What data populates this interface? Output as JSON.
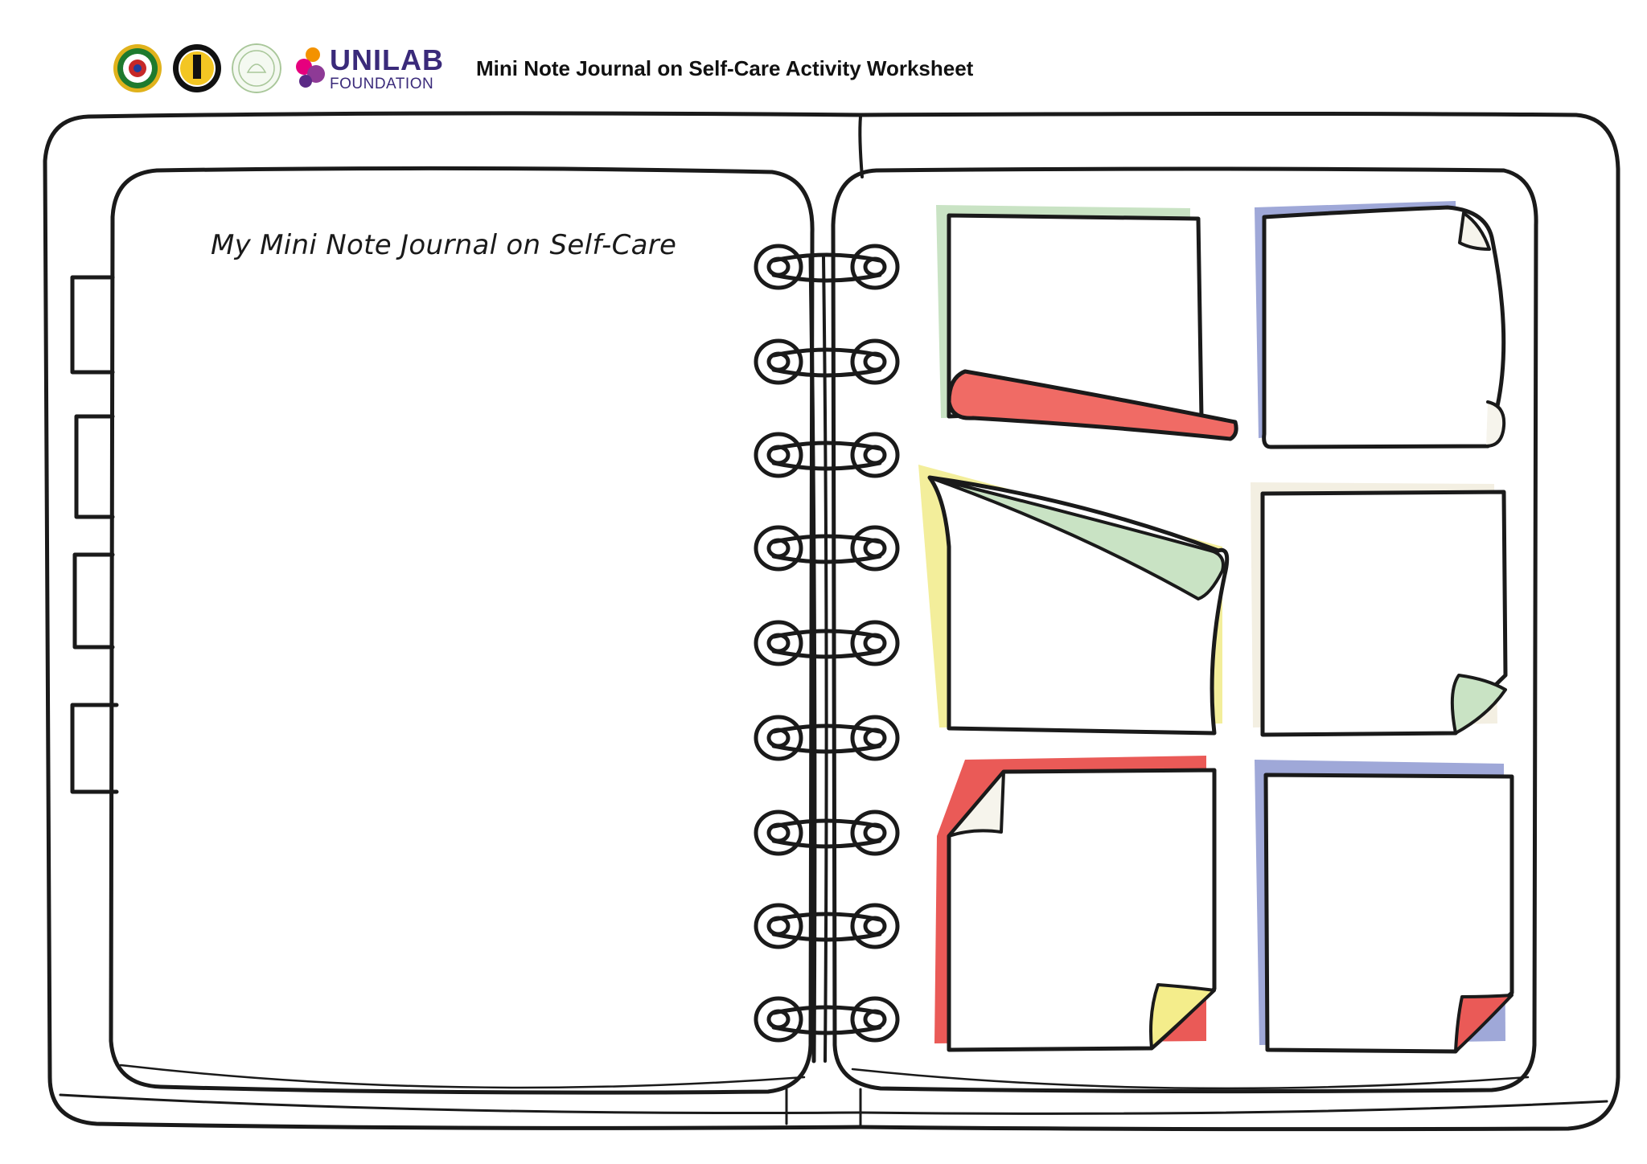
{
  "header": {
    "logos": [
      {
        "icon": "deped-seal-icon",
        "colors": [
          "#1e7a2e",
          "#e0b21c",
          "#c62828"
        ]
      },
      {
        "icon": "pcg-seal-icon",
        "colors": [
          "#111111",
          "#f3c623",
          "#ffffff"
        ]
      },
      {
        "icon": "government-seal-icon",
        "colors": [
          "#a9c79a",
          "#ffffff"
        ]
      }
    ],
    "brand": {
      "name": "UNILAB",
      "sub": "FOUNDATION",
      "color": "#3a2a7a"
    },
    "title": "Mini Note Journal on Self-Care Activity Worksheet"
  },
  "journal": {
    "title": "My Mini Note Journal on Self-Care",
    "ring_count": 9,
    "tab_count": 4,
    "sticky_notes": [
      {
        "name": "note-green-red-curl",
        "colors": [
          "#c9e3c4",
          "#f06b65"
        ]
      },
      {
        "name": "note-blue-curled-edge",
        "colors": [
          "#9fa8d8",
          "#f6f4ec"
        ]
      },
      {
        "name": "note-yellow-green-fold",
        "colors": [
          "#f3ee9b",
          "#c9e3c4"
        ]
      },
      {
        "name": "note-cream-green-corner",
        "colors": [
          "#f3efe2",
          "#c9e3c4"
        ]
      },
      {
        "name": "note-red-yellow-corner",
        "colors": [
          "#ea5a57",
          "#f6f4ec",
          "#f4ed8b"
        ]
      },
      {
        "name": "note-blue-red-corner",
        "colors": [
          "#9fa8d8",
          "#ea5a57"
        ]
      }
    ]
  }
}
